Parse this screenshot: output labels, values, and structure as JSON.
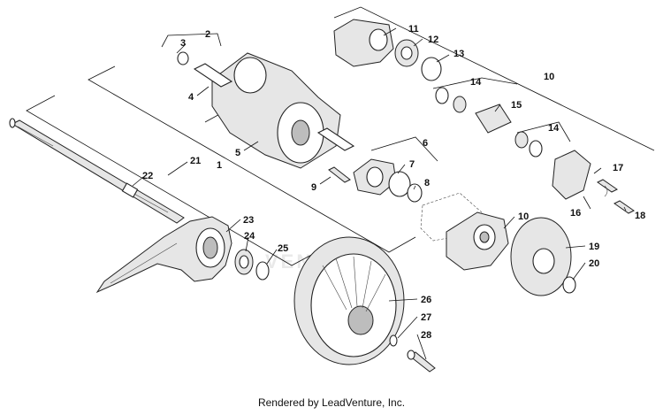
{
  "callouts": [
    "1",
    "2",
    "3",
    "4",
    "5",
    "6",
    "7",
    "8",
    "9",
    "10",
    "10",
    "11",
    "12",
    "13",
    "14",
    "14",
    "15",
    "16",
    "17",
    "18",
    "19",
    "20",
    "21",
    "22",
    "23",
    "24",
    "25",
    "26",
    "27",
    "28"
  ],
  "watermark": "VENTURE",
  "footer": "Rendered by LeadVenture, Inc."
}
